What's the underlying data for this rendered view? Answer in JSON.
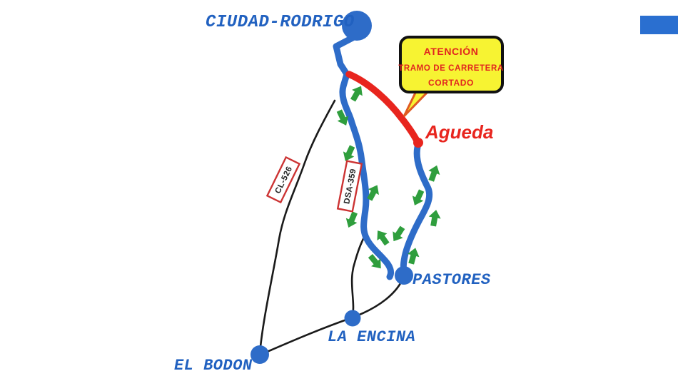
{
  "map": {
    "title": "CIUDAD-RODRIGO",
    "towns": {
      "ciudad_rodrigo": {
        "label": "CIUDAD-RODRIGO"
      },
      "agueda": {
        "label": "Agueda"
      },
      "pastores": {
        "label": "PASTORES"
      },
      "la_encina": {
        "label": "LA ENCINA"
      },
      "el_bodon": {
        "label": "EL BODON"
      }
    },
    "road_badges": {
      "cl526": {
        "label": "CL-526"
      },
      "dsa359": {
        "label": "DSA-359"
      }
    },
    "warning_sign": {
      "line1": "ATENCIÓN",
      "line2": "TRAMO DE CARRETERA",
      "line3": "CORTADO"
    },
    "icons": {
      "detour_arrow": "green-detour-direction-arrow"
    }
  },
  "colors": {
    "road_blue": "#2e6cc8",
    "road_closed_red": "#e8251e",
    "minor_road_black": "#1a1a1a",
    "arrow_green": "#2f9e3d",
    "sign_yellow": "#f7f332",
    "sign_border_black": "#111111",
    "sign_text_red": "#e1251f",
    "sign_tail_orange": "#e05a22",
    "town_label_blue": "#2161c0",
    "agueda_label_red": "#e8251e",
    "badge_border_red": "#cc3333",
    "badge_text_dark": "#222222",
    "top_bar_blue": "#2a6fd0"
  }
}
